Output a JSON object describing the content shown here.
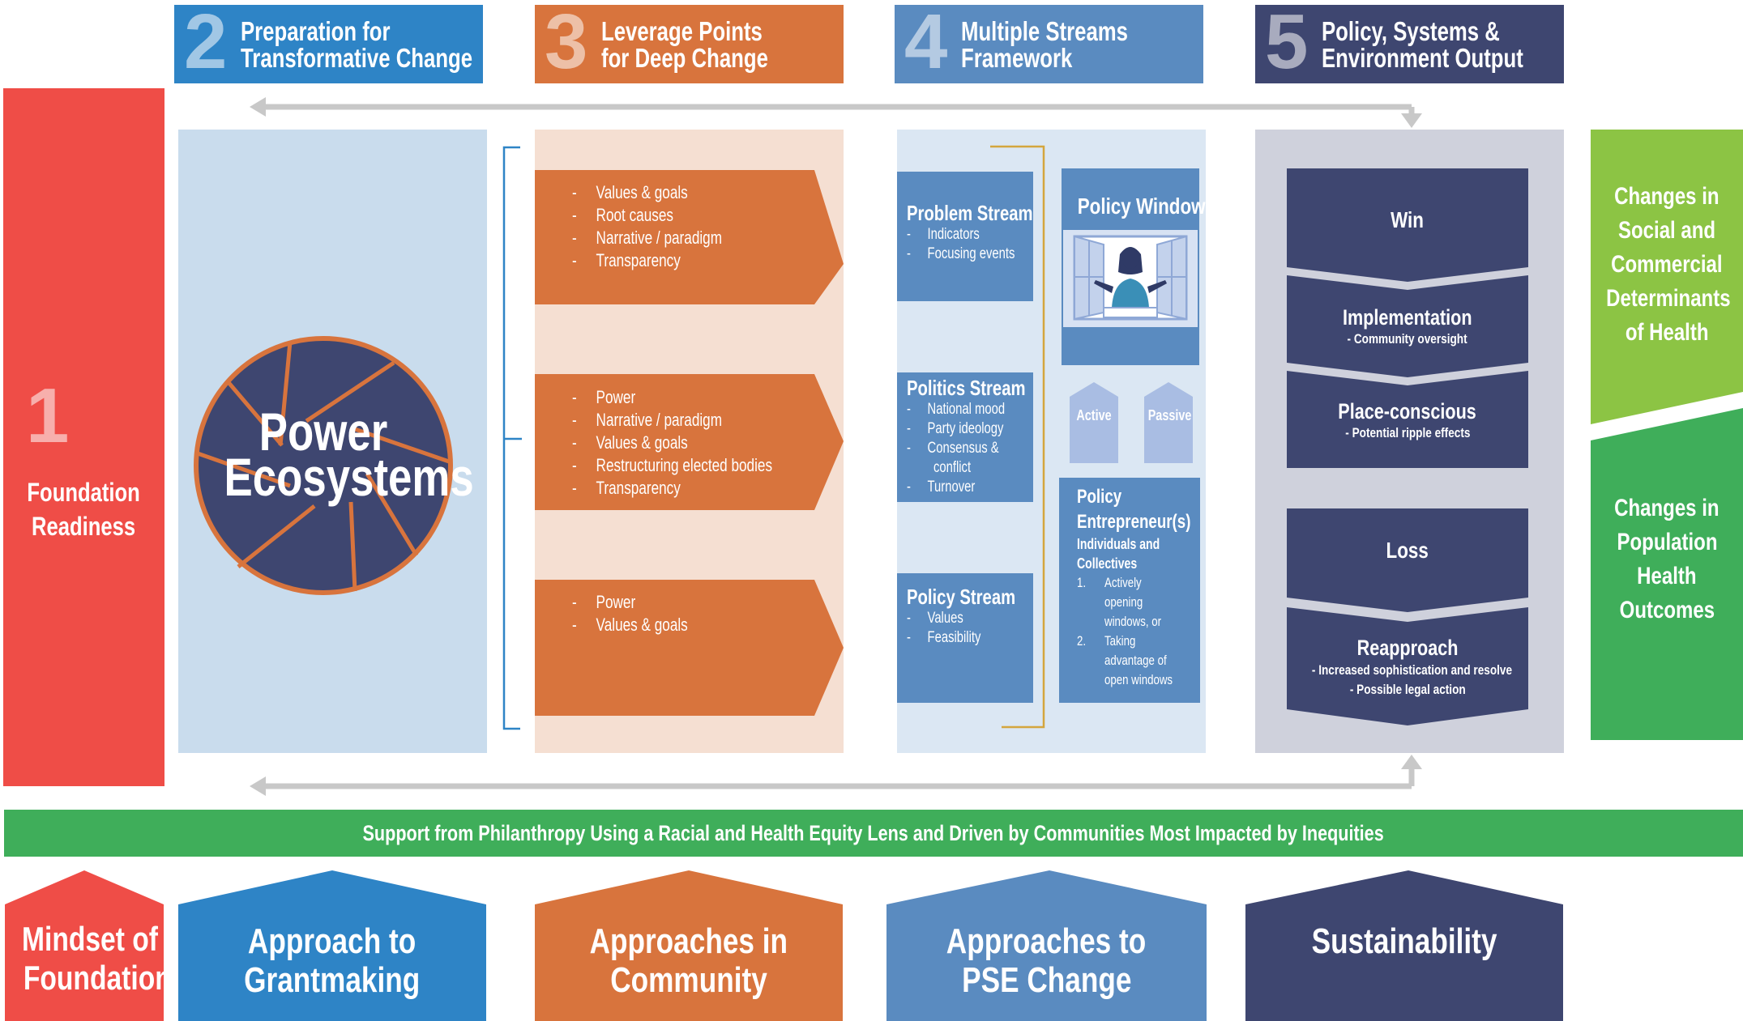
{
  "headers": [
    {
      "number": "2",
      "line1": "Preparation for",
      "line2": "Transformative Change",
      "color": "#2e84c6"
    },
    {
      "number": "3",
      "line1": "Leverage Points",
      "line2": "for Deep Change",
      "color": "#d8743d"
    },
    {
      "number": "4",
      "line1": "Multiple Streams",
      "line2": "Framework",
      "color": "#5a8bc0"
    },
    {
      "number": "5",
      "line1": "Policy, Systems &",
      "line2": "Environment Output",
      "color": "#3e4670"
    }
  ],
  "foundation": {
    "number": "1",
    "line1": "Foundation",
    "line2": "Readiness",
    "color": "#ef4d47"
  },
  "power": {
    "line1": "Power",
    "line2": "Ecosystems"
  },
  "leverage": [
    [
      "Values & goals",
      "Root causes",
      "Narrative / paradigm",
      "Transparency"
    ],
    [
      "Power",
      "Narrative / paradigm",
      "Values & goals",
      "Restructuring elected bodies",
      "Transparency"
    ],
    [
      "Power",
      "Values & goals"
    ]
  ],
  "bullet": "-",
  "streams": {
    "problem": {
      "title": "Problem Stream",
      "items": [
        "Indicators",
        "Focusing events"
      ]
    },
    "politics": {
      "title": "Politics Stream",
      "items": [
        "National mood",
        "Party ideology",
        "Consensus &",
        "conflict",
        "Turnover"
      ]
    },
    "policy": {
      "title": "Policy Stream",
      "items": [
        "Values",
        "Feasibility"
      ]
    },
    "window": {
      "title": "Policy Window"
    },
    "active": "Active",
    "passive": "Passive",
    "entrepreneur": {
      "title1": "Policy",
      "title2": "Entrepreneur(s)",
      "sub1": "Individuals and",
      "sub2": "Collectives",
      "n1": "1.",
      "n1_lines": [
        "Actively",
        "opening",
        "windows, or"
      ],
      "n2": "2.",
      "n2_lines": [
        "Taking",
        "advantage of",
        "open windows"
      ]
    }
  },
  "pse": {
    "win": "Win",
    "implementation": "Implementation",
    "implementation_sub": "- Community oversight",
    "place": "Place-conscious",
    "place_sub": "- Potential ripple effects",
    "loss": "Loss",
    "reapproach": "Reapproach",
    "reapproach_sub1": "- Increased sophistication and resolve",
    "reapproach_sub2": "- Possible legal action"
  },
  "outcomes": [
    {
      "lines": [
        "Changes in",
        "Social and",
        "Commercial",
        "Determinants",
        "of Health"
      ],
      "color": "#8cc444"
    },
    {
      "lines": [
        "Changes in",
        "Population",
        "Health",
        "Outcomes"
      ],
      "color": "#3fae5a"
    }
  ],
  "support_banner": {
    "text": "Support from Philanthropy Using a Racial and Health Equity Lens and Driven by Communities Most Impacted by Inequities",
    "color": "#3fae5a"
  },
  "bottom": [
    {
      "line1": "Mindset of",
      "line2": "Foundation",
      "color": "#ef4d47"
    },
    {
      "line1": "Approach to",
      "line2": "Grantmaking",
      "color": "#2e84c6"
    },
    {
      "line1": "Approaches in",
      "line2": "Community",
      "color": "#d8743d"
    },
    {
      "line1": "Approaches to",
      "line2": "PSE Change",
      "color": "#5a8bc0"
    },
    {
      "line1": "Sustainability",
      "line2": "",
      "color": "#3e4670"
    }
  ]
}
